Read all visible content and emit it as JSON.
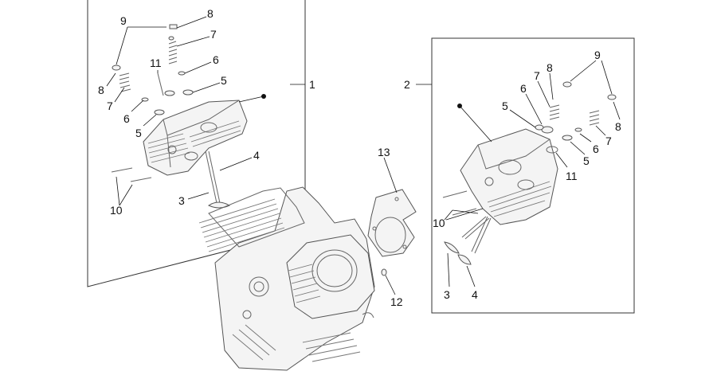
{
  "diagram": {
    "assemblies": [
      {
        "id": "left-head",
        "callout": "1"
      },
      {
        "id": "right-head",
        "callout": "2"
      }
    ],
    "left_labels": {
      "p9": "9",
      "p8a": "8",
      "p7a": "7",
      "p11": "11",
      "p6a": "6",
      "p8b": "8",
      "p5a": "5",
      "p7b": "7",
      "p6b": "6",
      "p5b": "5",
      "p4": "4",
      "p3": "3",
      "p10": "10"
    },
    "right_labels": {
      "p9": "9",
      "p8a": "8",
      "p7a": "7",
      "p6a": "6",
      "p5a": "5",
      "p6b": "6",
      "p7b": "7",
      "p8b": "8",
      "p5b": "5",
      "p11": "11",
      "p10": "10",
      "p3": "3",
      "p4": "4"
    },
    "gasket_labels": {
      "p13": "13",
      "p12": "12"
    }
  }
}
